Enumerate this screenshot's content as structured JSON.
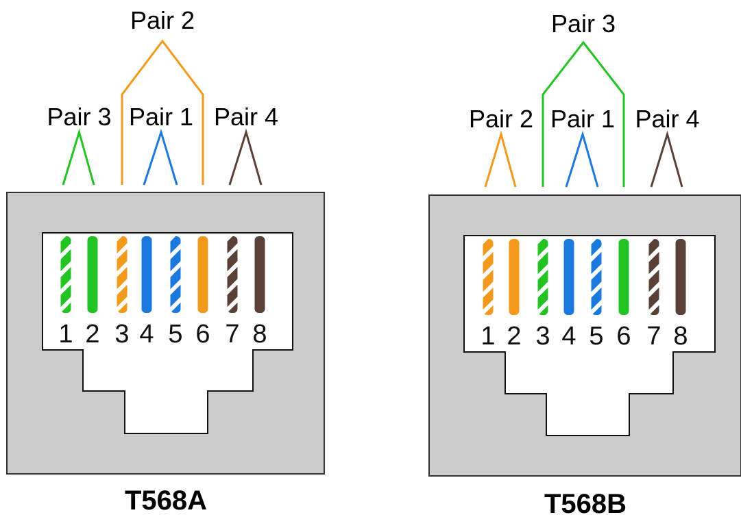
{
  "colors": {
    "green": "#22c322",
    "orange": "#f39a1c",
    "blue": "#1b78dd",
    "brown": "#5a4036",
    "jack_body": "#cccccc",
    "stripe": "#ffffff"
  },
  "diagrams": [
    {
      "standard": "T568A",
      "pins": [
        {
          "label": "1",
          "color": "green",
          "striped": true
        },
        {
          "label": "2",
          "color": "green",
          "striped": false
        },
        {
          "label": "3",
          "color": "orange",
          "striped": true
        },
        {
          "label": "4",
          "color": "blue",
          "striped": false
        },
        {
          "label": "5",
          "color": "blue",
          "striped": true
        },
        {
          "label": "6",
          "color": "orange",
          "striped": false
        },
        {
          "label": "7",
          "color": "brown",
          "striped": true
        },
        {
          "label": "8",
          "color": "brown",
          "striped": false
        }
      ],
      "pairs": [
        {
          "label": "Pair 2",
          "color": "orange",
          "pins": [
            3,
            6
          ],
          "tall": true
        },
        {
          "label": "Pair 3",
          "color": "green",
          "pins": [
            1,
            2
          ],
          "tall": false
        },
        {
          "label": "Pair 1",
          "color": "blue",
          "pins": [
            4,
            5
          ],
          "tall": false
        },
        {
          "label": "Pair 4",
          "color": "brown",
          "pins": [
            7,
            8
          ],
          "tall": false
        }
      ]
    },
    {
      "standard": "T568B",
      "pins": [
        {
          "label": "1",
          "color": "orange",
          "striped": true
        },
        {
          "label": "2",
          "color": "orange",
          "striped": false
        },
        {
          "label": "3",
          "color": "green",
          "striped": true
        },
        {
          "label": "4",
          "color": "blue",
          "striped": false
        },
        {
          "label": "5",
          "color": "blue",
          "striped": true
        },
        {
          "label": "6",
          "color": "green",
          "striped": false
        },
        {
          "label": "7",
          "color": "brown",
          "striped": true
        },
        {
          "label": "8",
          "color": "brown",
          "striped": false
        }
      ],
      "pairs": [
        {
          "label": "Pair 3",
          "color": "green",
          "pins": [
            3,
            6
          ],
          "tall": true
        },
        {
          "label": "Pair 2",
          "color": "orange",
          "pins": [
            1,
            2
          ],
          "tall": false
        },
        {
          "label": "Pair 1",
          "color": "blue",
          "pins": [
            4,
            5
          ],
          "tall": false
        },
        {
          "label": "Pair 4",
          "color": "brown",
          "pins": [
            7,
            8
          ],
          "tall": false
        }
      ]
    }
  ]
}
